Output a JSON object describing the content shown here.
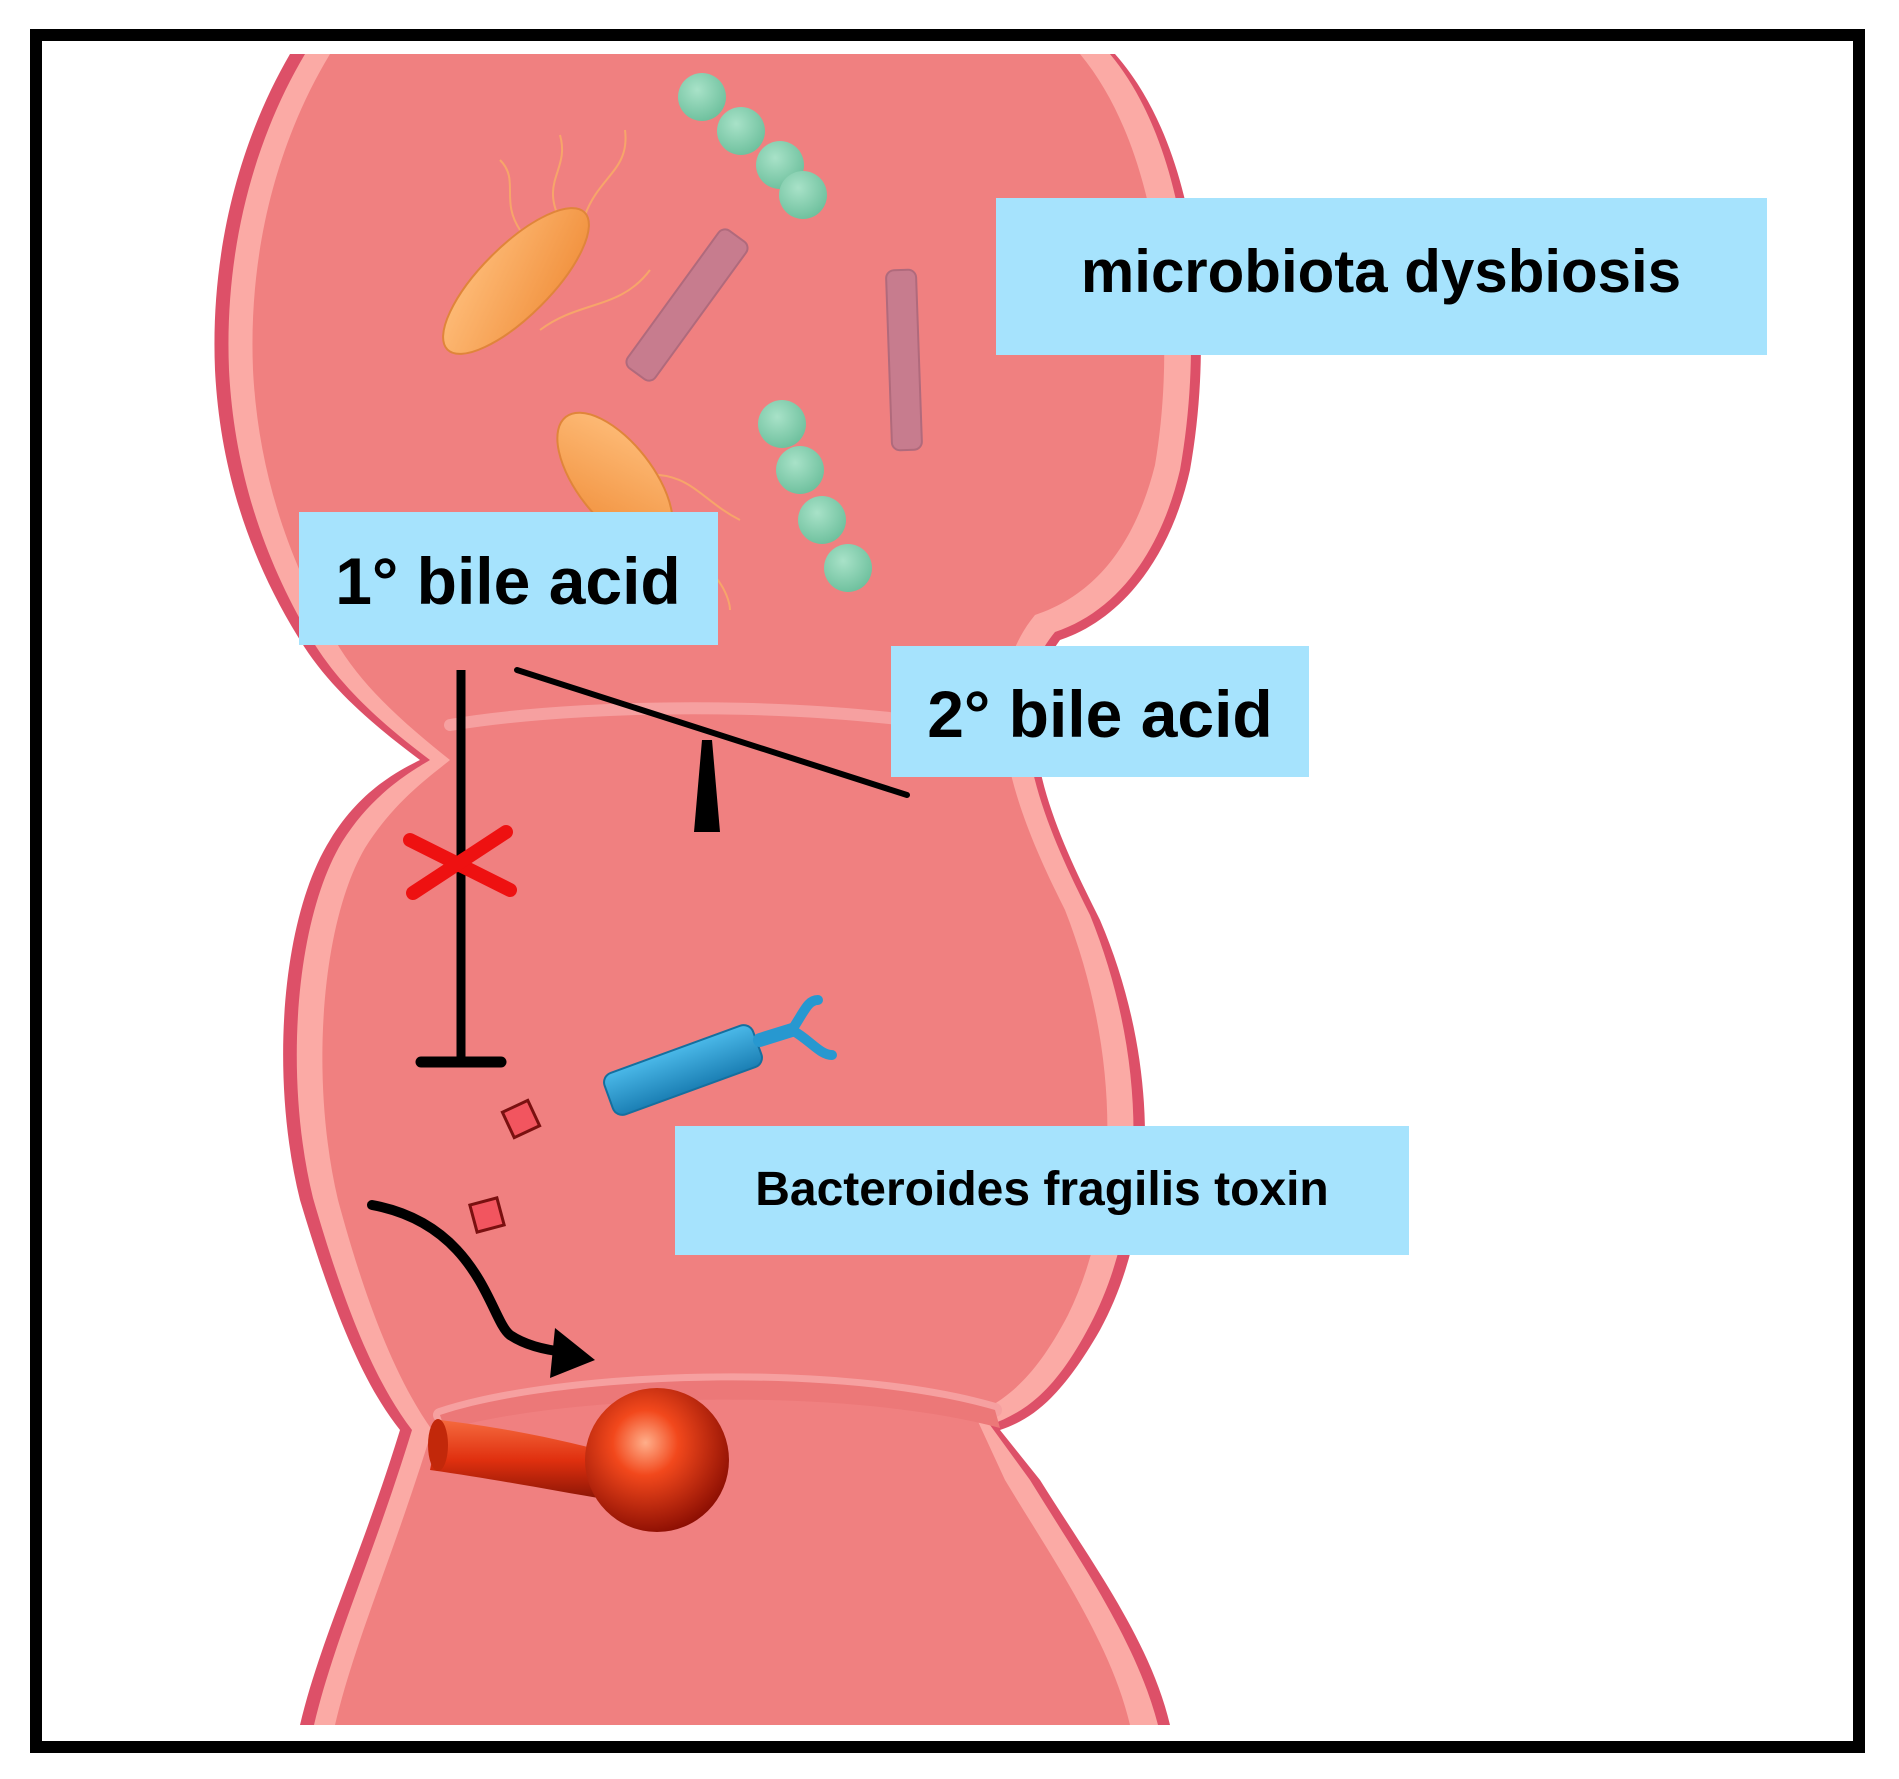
{
  "labels": {
    "microbiota": "microbiota dysbiosis",
    "primary_bile_acid": "1° bile acid",
    "secondary_bile_acid": "2° bile acid",
    "toxin": "Bacteroides fragilis toxin"
  },
  "colors": {
    "colon_fill": "#f08080",
    "colon_outer_edge": "#dd5068",
    "colon_inner_edge": "#fbaaa5",
    "label_box": "#a6e3fd",
    "frame": "#000000",
    "inhibition_cross": "#ee1111",
    "bacteria_chain": "#82ccae",
    "bacteria_oval": "#f8a155",
    "bacteria_rod": "#c77c8e",
    "bft_toxin": "#2798d0",
    "tumor_polyp": "#e53414",
    "toxin_fragment": "#f2555f"
  },
  "icons": [
    "streptococcus-chain-icon",
    "flagellated-bacterium-icon",
    "rod-bacterium-icon",
    "bft-toxin-icon",
    "tumor-polyp-icon",
    "inhibition-cross-icon"
  ]
}
